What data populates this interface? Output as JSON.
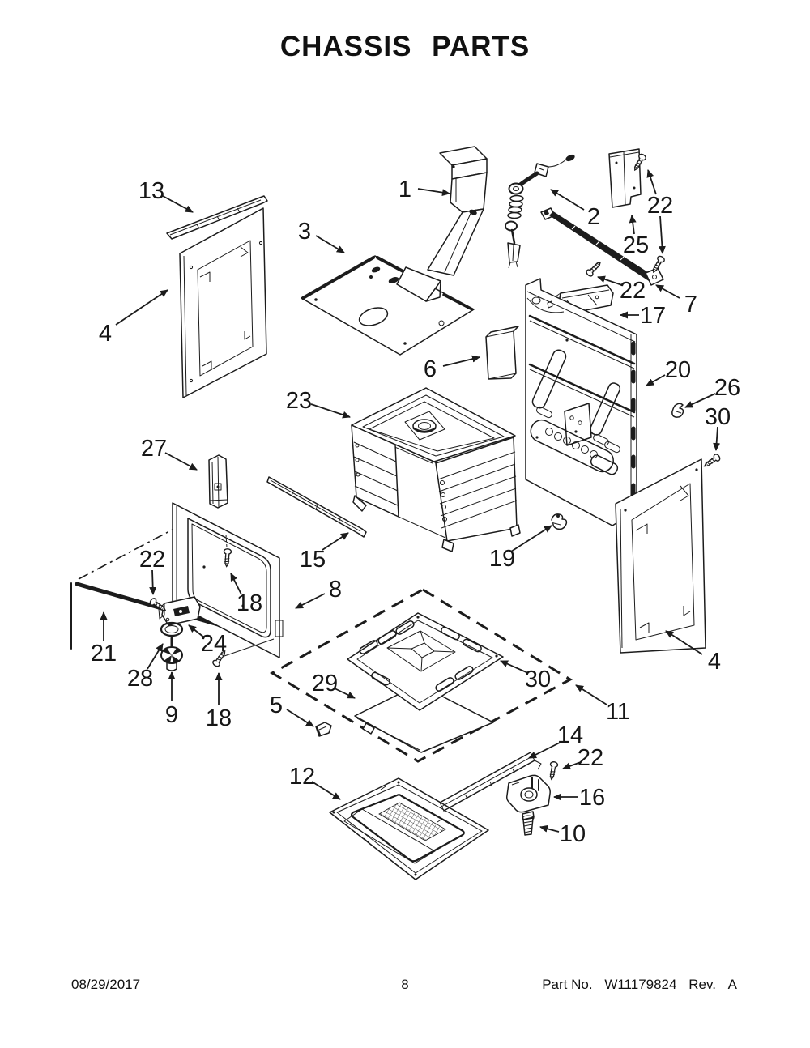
{
  "title": "CHASSIS PARTS",
  "footer": {
    "date": "08/29/2017",
    "page_number": "8",
    "part_label": "Part No.",
    "part_value": "W11179824",
    "rev_label": "Rev.",
    "rev_value": "A"
  },
  "callouts": {
    "k1": {
      "label": "1"
    },
    "k2": {
      "label": "2"
    },
    "k3": {
      "label": "3"
    },
    "k4l": {
      "label": "4"
    },
    "k4r": {
      "label": "4"
    },
    "k5": {
      "label": "5"
    },
    "k6": {
      "label": "6"
    },
    "k7": {
      "label": "7"
    },
    "k8": {
      "label": "8"
    },
    "k9": {
      "label": "9"
    },
    "k10": {
      "label": "10"
    },
    "k11": {
      "label": "11"
    },
    "k12": {
      "label": "12"
    },
    "k13": {
      "label": "13"
    },
    "k14": {
      "label": "14"
    },
    "k15": {
      "label": "15"
    },
    "k16": {
      "label": "16"
    },
    "k17": {
      "label": "17"
    },
    "k18a": {
      "label": "18"
    },
    "k18b": {
      "label": "18"
    },
    "k19": {
      "label": "19"
    },
    "k20": {
      "label": "20"
    },
    "k21": {
      "label": "21"
    },
    "k22a": {
      "label": "22"
    },
    "k22b": {
      "label": "22"
    },
    "k22c": {
      "label": "22"
    },
    "k22d": {
      "label": "22"
    },
    "k23": {
      "label": "23"
    },
    "k24": {
      "label": "24"
    },
    "k25": {
      "label": "25"
    },
    "k26": {
      "label": "26"
    },
    "k27": {
      "label": "27"
    },
    "k28": {
      "label": "28"
    },
    "k29": {
      "label": "29"
    },
    "k30a": {
      "label": "30"
    },
    "k30b": {
      "label": "30"
    }
  }
}
